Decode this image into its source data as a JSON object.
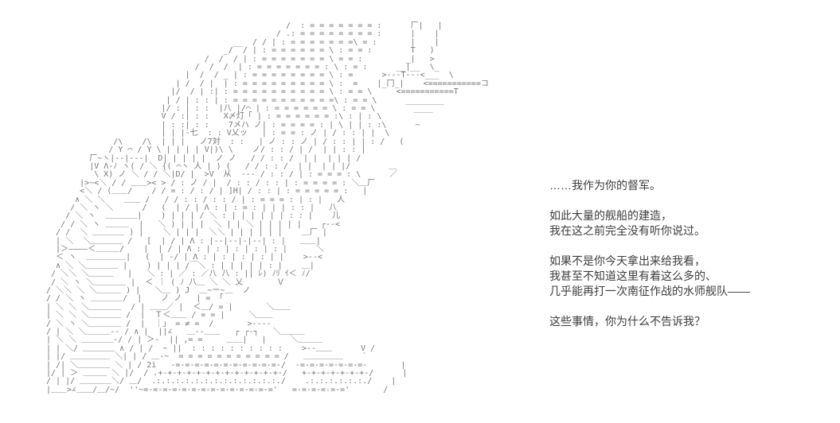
{
  "scene": {
    "background_color": "#ffffff",
    "art_color": "#757575",
    "text_color": "#3d3d3d",
    "description": "ascii-art-story-panel"
  },
  "ascii_art": {
    "lines": [
      "                                                   /  : = = = = = = = :      厂|   |",
      "                                                 / .: = = = = = = = = :      |    |",
      "                                        __  / / | : = = = = = = =\\ = :       |    |",
      "                                      _/  / | : = = = = = = \\ : = = :        T   )",
      "                                  /  /  / | : = = = = = = = \\ = = :         _|   >",
      "                                /  /  /  | : = = = = = = = : \\ : = :      __|__  \\_",
      "                              |  /  / _ | : = = = = = = = = \\ : =      >---T---<___  \\",
      "                            | /  / |  | : = = = = = = = = = \\ :  =    |_冂_|    <===========コ",
      "                           |/  / | :| : = = = = = = = = = = \\ : = = \\     <===========T",
      "                          | / | : : | : = = = = = = = = = = =\\ : = = \\      ________",
      "                         |/ : | : :  |八 |/⌒ | : = = = = = = \\ : = = \\        ____",
      "                         V / :| : :   X〆灯「 | : = = = = = = :\\ : | : \\",
      "                         | : :| : :    7メハ ノ| : = = = = : | \\ | | : :\\      ~",
      "                         | | |-七  : : V乂ッ   | : = = : ノ | / : : | |  \\",
      "               /\\    /\\  | | |   ノ7対  : :   | ノ : : ノ | / : : | | : /   (",
      "              / Y ⌒ / Y \\ | | | | V|)\\ \\    ノ/ : : / | /  | | : : |",
      "          厂~ヽ|--|---|  D| | | | |  ノ ノ   / / : : /  | |  | | | /",
      "          |V Λ-ﾉ ヽ( / ＼ {( ⌒ヽ 人 | ) (   / / : : /  | |  | | |/        ＿",
      "           \\ X) ノ ＼ / / ＼|D/ |  >V  从  --- / : : / | : = = = : \\      ／",
      "        |>~<＼ / / ＿＿>< > / : ノ / |  / : : / : : | : = = = = : ＼＿厂",
      "        <＼ / (＿＿/    / / = : / : / | ]H| / : : | : = = = = = :   |",
      "       ∧ ＼ ＼    ＿＿ /   / / : : / : : / | : = = = : | : |   人",
      "      / ＼ ヽ ＼      /   (  | / | Λ : | : = : | | | : : |   八",
      "     / ＼ ヽ  ＿＿＿＿|    ) | | | / ＼ : | | | | | | : : |    儿",
      "    / / ＼ ヽ ＿＿＿  |   ＼ ) | | |  ＼ | | ＼ | | | | |    ┌--<",
      "   / /  ＼ ＿＿＿＿ ) |    ＼ | | |  ＼＼ | | | | | |    ＿厂 |",
      "   | ＼  ＼＿＿＿＿ /   [  | / | Λ : |--|--|-|--| : |   ＿＿|",
      "   |＞――――＜＿＿＿/    |  | / | Λ : | : | : | : | : |      ＼",
      "   ＜ ヽ  ＿＿＿＿＿|   (  | -/ | Λ : | : | : | : | |    >--<",
      "   ∧ ＼ ＼＿＿＿＿ |    ) | | | /￣＼ : | | | | | : |    ＿|",
      "  / ＼＼ ＼＿＿＿   |   ＼ : | ／ : ／八 八 : || ﾚ) ﾉﾘ ｲ＜ ﾉ/",
      "  / ＼ ヽ ＼＿＿＿＿ |  ＜ ｜ ( ﾉ 八＿ ＼ ＼ 乂       Ｖ",
      " / ＼＼ ＼ ＼＿＿＿ ) |   ＼＿ ) J  ＿~ー~＿  ノ",
      " / / ＼ ヽ ＿＿＿＿/  |    ノ ノ   | = 「",
      " | ＼ ＼ ＼＿＿＿＿  / | ＿＿／ |  ＜＿/ = |       ＼＿＿",
      " | ＼ ＼ ＼＿＿＿＿ /  |  Ｔ＜＿＿ / = = |     ＼＿＿",
      " / ＼ ヽ ＼＿＿＿＿ /  |  ｜」 = ≠ =  /       >----",
      " / | ＼ ＼＿＿＿-- / ∧ |  ||∠   ＿--＿＿   ┌ ┌-┐   ＼＿＿＿",
      " | ＼ ＼ ＿＿＿＿-/ / | ＞-  || ,= =     ＿＿|   |     ＼＿＿＿",
      " | | ＼/ ＿＿＿＿ ∧ / | /  ~ ||  : : : : : : : : : :    >--＿＿      V /",
      " | |/ ＿＿＿＿＿ ＼| | / ＿-~  = = = = = = = = = = = /   ＿＿＿＿＿    `",
      " | /| ＼＿＿＿＿ ＼ | / 2i   -=-=-=-=-=-=-=-=-=-=-=-/  -=-=-=-=-=-=-=-       |",
      " |/ | ＞ ＿＿＿ ＼ |/  / .+-+-+-+-+-+-+-+-+-+-+-+-+-/   +-+-+-+-+-+-+-/      |",
      " / | |/ ＿＿＿＿＼/ ＿/  .:.:.:.:.:.:.:.:.:.:.:.:.:./    .:.:.:.:.:.:./    |",
      " |＿＿>∠＿＿/＿/~/  ''~=-=-=-=-=-=-=-=-=-=-=-=-=-='   =-=-=-=-=-='       /"
    ]
  },
  "dialogue": {
    "paragraphs": [
      {
        "lines": [
          "……我作为你的督军。"
        ]
      },
      {
        "lines": [
          "如此大量的舰船的建造，",
          "我在这之前完全没有听你说过。"
        ]
      },
      {
        "lines": [
          "如果不是你今天拿出来给我看，",
          "我甚至不知道这里有着这么多的、",
          "几乎能再打一次南征作战的水师舰队——"
        ]
      },
      {
        "lines": [
          "这些事情，你为什么不告诉我？"
        ]
      }
    ]
  }
}
